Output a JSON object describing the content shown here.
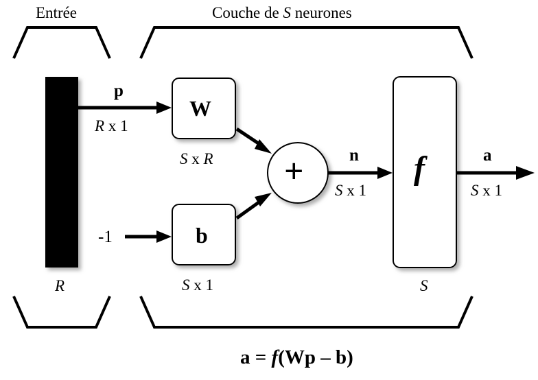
{
  "input": {
    "title": "Entrée",
    "dim": "R"
  },
  "layer": {
    "title_prefix": "Couche de ",
    "title_var": "S",
    "title_suffix": " neurones",
    "dim": "S"
  },
  "vectors": {
    "p": {
      "name": "p",
      "dim_var": "R",
      "dim_rest": " x 1"
    },
    "n": {
      "name": "n",
      "dim_var": "S",
      "dim_rest": " x 1"
    },
    "a": {
      "name": "a",
      "dim_var": "S",
      "dim_rest": " x 1"
    }
  },
  "weights": {
    "name": "W",
    "dim_var1": "S",
    "dim_mid": " x ",
    "dim_var2": "R"
  },
  "bias": {
    "name": "b",
    "input": "-1",
    "dim_var": "S",
    "dim_rest": " x 1"
  },
  "summer": {
    "symbol": "+"
  },
  "transfer": {
    "symbol": "f"
  },
  "equation": {
    "lhs": "a",
    "eq": " = ",
    "fn": "f",
    "args": "(Wp – b)"
  },
  "colors": {
    "stroke": "#000000",
    "box_fill": "#ffffff",
    "shadow": "#b8b8b8"
  }
}
